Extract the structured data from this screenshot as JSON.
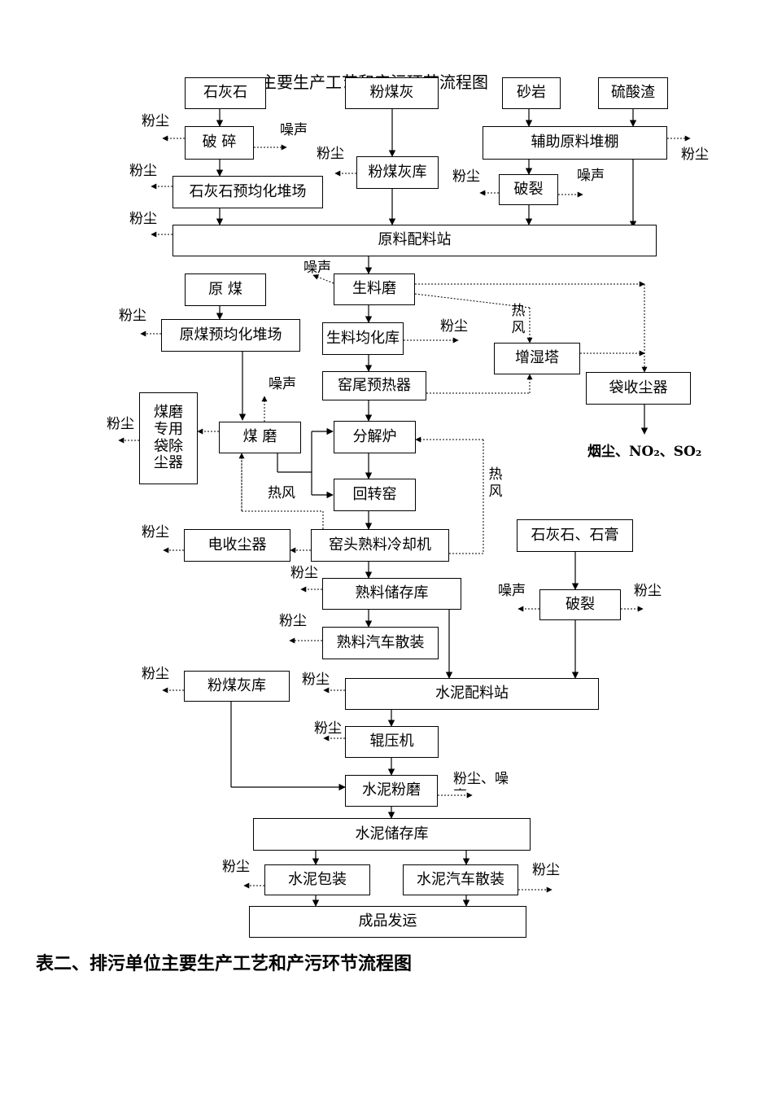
{
  "page_title": "主要生产工艺和产污环节流程图",
  "caption": "表二、排污单位主要生产工艺和产污环节流程图",
  "boxes": {
    "limestone": "石灰石",
    "flyash": "粉煤灰",
    "sandstone": "砂岩",
    "sulfuric_slag": "硫酸渣",
    "crush1": "破 碎",
    "aux_shed": "辅助原料堆棚",
    "flyash_silo": "粉煤灰库",
    "crack1": "破裂",
    "ls_prehomo": "石灰石预均化堆场",
    "raw_batch": "原料配料站",
    "raw_coal": "原 煤",
    "raw_mill": "生料磨",
    "coal_prehomo": "原煤预均化堆场",
    "raw_homo": "生料均化库",
    "humid_tower": "增湿塔",
    "bag_filter": "袋收尘器",
    "preheater": "窑尾预热器",
    "coal_bag": "煤磨专用袋除尘器",
    "coal_mill": "煤 磨",
    "calciner": "分解炉",
    "kiln": "回转窑",
    "esp": "电收尘器",
    "cooler": "窑头熟料冷却机",
    "ls_gypsum": "石灰石、石膏",
    "clinker_silo": "熟料储存库",
    "crack2": "破裂",
    "clinker_bulk": "熟料汽车散装",
    "flyash_silo2": "粉煤灰库",
    "cement_batch": "水泥配料站",
    "roller": "辊压机",
    "cement_mill": "水泥粉磨",
    "cement_silo": "水泥储存库",
    "packing": "水泥包装",
    "cement_bulk": "水泥汽车散装",
    "shipping": "成品发运"
  },
  "labels": {
    "dust": "粉尘",
    "noise": "噪声",
    "dust_noise": "粉尘、噪声",
    "hot_air": "热风",
    "emissions": "烟尘、NO₂、SO₂"
  }
}
